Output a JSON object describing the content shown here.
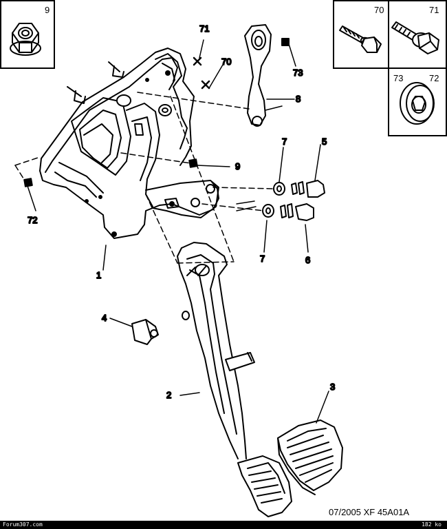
{
  "callouts": {
    "c1": "1",
    "c2": "2",
    "c3": "3",
    "c4": "4",
    "c5": "5",
    "c6": "6",
    "c7a": "7",
    "c7b": "7",
    "c8": "8",
    "c9": "9",
    "c70": "70",
    "c71": "71",
    "c72": "72",
    "c73": "73"
  },
  "boxes": {
    "box9": "9",
    "box70": "70",
    "box71": "71",
    "box73": "73",
    "box72": "72"
  },
  "footer": {
    "reference": "07/2005  XF 45A01A",
    "watermark": "Forum307.com",
    "filesize": "182 ko"
  }
}
